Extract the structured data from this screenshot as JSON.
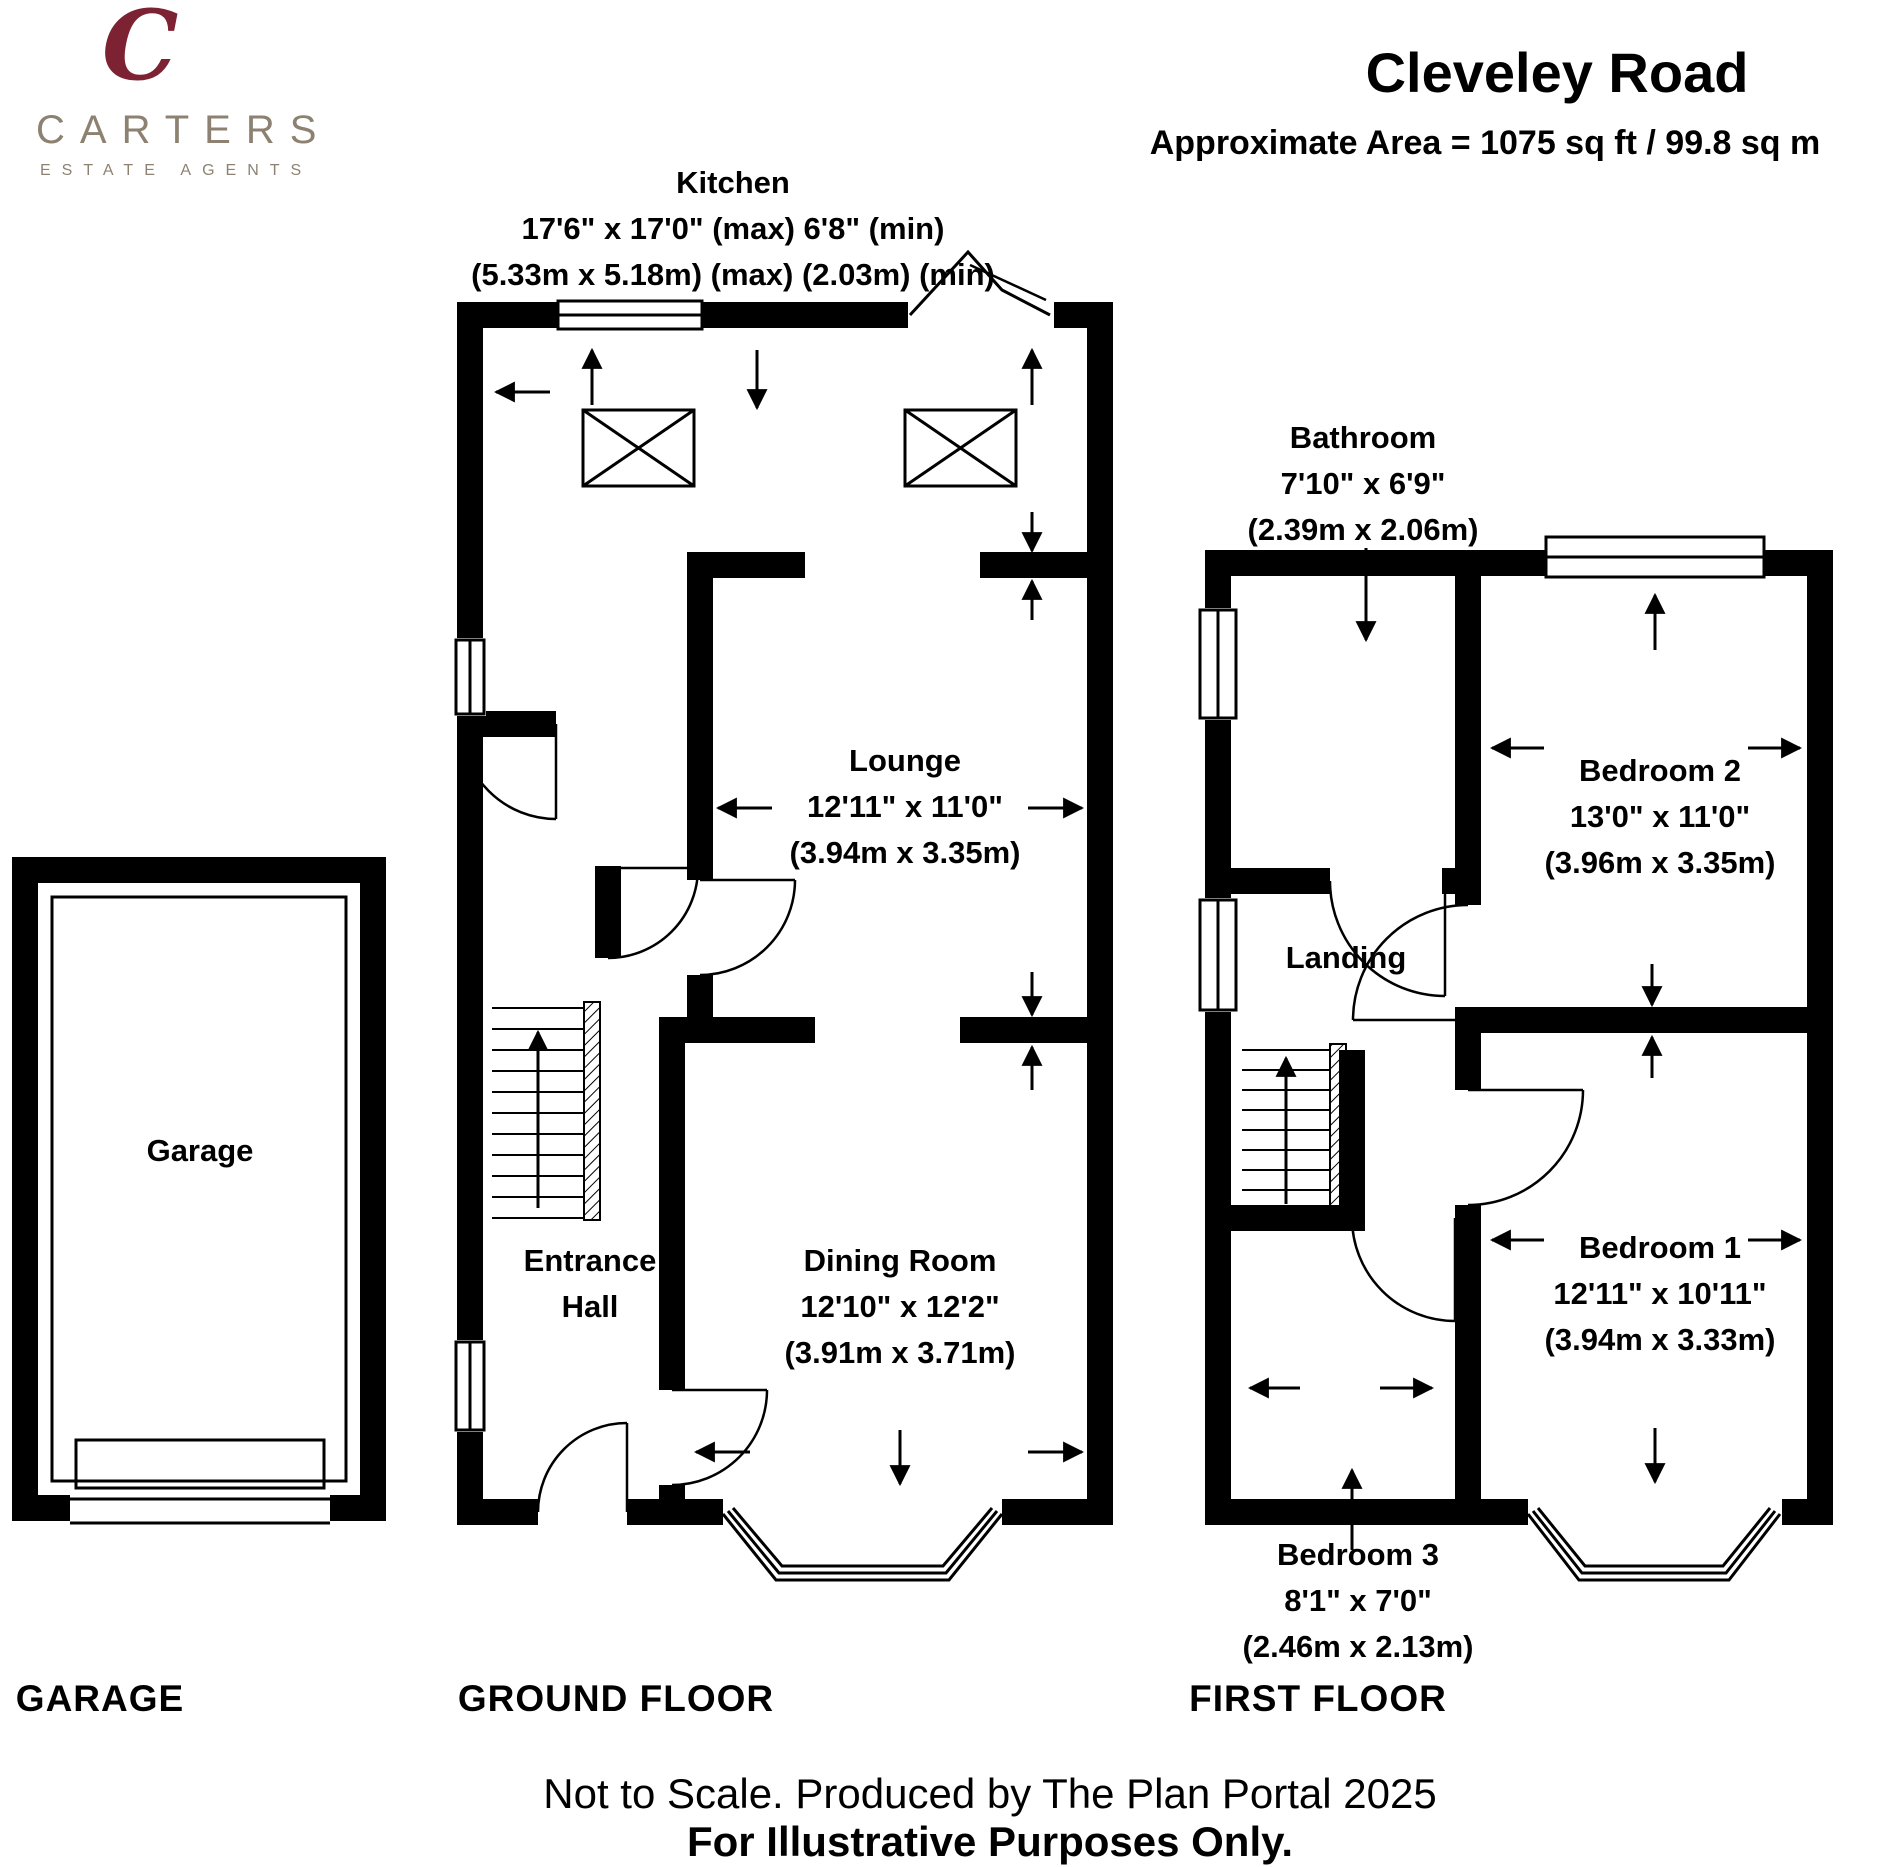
{
  "logo": {
    "mark": "C",
    "name": "CARTERS",
    "subtitle": "ESTATE AGENTS",
    "brand_color": "#7d2232",
    "text_color": "#8d8272"
  },
  "header": {
    "title": "Cleveley Road",
    "area": "Approximate Area = 1075 sq ft / 99.8 sq m"
  },
  "rooms": {
    "kitchen": {
      "name": "Kitchen",
      "imperial": "17'6\" x 17'0\" (max) 6'8\" (min)",
      "metric": "(5.33m x 5.18m) (max) (2.03m) (min)"
    },
    "lounge": {
      "name": "Lounge",
      "imperial": "12'11\" x 11'0\"",
      "metric": "(3.94m x 3.35m)"
    },
    "entrance_hall": {
      "line1": "Entrance",
      "line2": "Hall"
    },
    "dining": {
      "name": "Dining Room",
      "imperial": "12'10\" x 12'2\"",
      "metric": "(3.91m x 3.71m)"
    },
    "garage": {
      "name": "Garage"
    },
    "bathroom": {
      "name": "Bathroom",
      "imperial": "7'10\" x 6'9\"",
      "metric": "(2.39m x 2.06m)"
    },
    "bedroom2": {
      "name": "Bedroom 2",
      "imperial": "13'0\" x 11'0\"",
      "metric": "(3.96m x 3.35m)"
    },
    "landing": {
      "name": "Landing"
    },
    "bedroom1": {
      "name": "Bedroom 1",
      "imperial": "12'11\" x 10'11\"",
      "metric": "(3.94m x 3.33m)"
    },
    "bedroom3": {
      "name": "Bedroom 3",
      "imperial": "8'1\" x 7'0\"",
      "metric": "(2.46m x 2.13m)"
    }
  },
  "floor_labels": {
    "garage": "GARAGE",
    "ground": "GROUND FLOOR",
    "first": "FIRST FLOOR"
  },
  "footer": {
    "line1": "Not to Scale. Produced by The Plan Portal 2025",
    "line2": "For Illustrative Purposes Only."
  }
}
